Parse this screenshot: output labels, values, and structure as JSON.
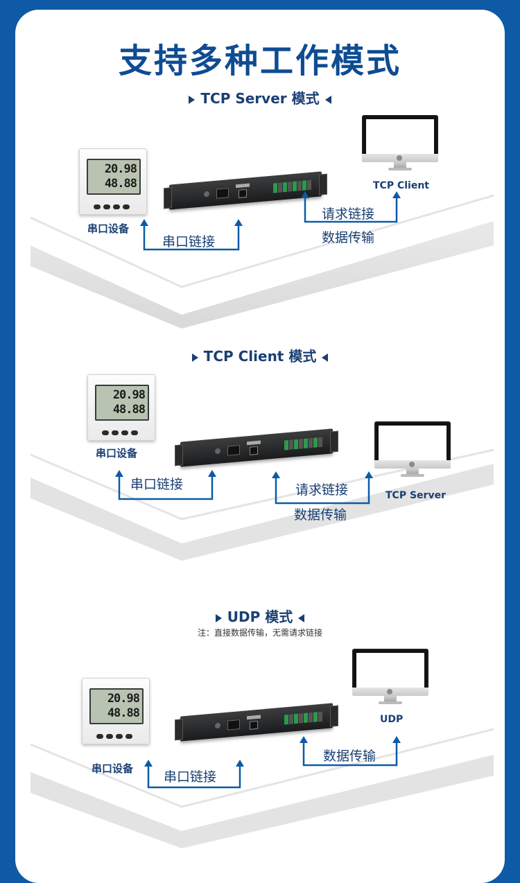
{
  "title": "支持多种工作模式",
  "sections": [
    {
      "mode_title": "TCP Server 模式",
      "sensor_label": "串口设备",
      "serial_label": "串口链接",
      "computer_label": "TCP Client",
      "request_label": "请求链接",
      "data_label": "数据传输"
    },
    {
      "mode_title": "TCP Client 模式",
      "sensor_label": "串口设备",
      "serial_label": "串口链接",
      "computer_label": "TCP Server",
      "request_label": "请求链接",
      "data_label": "数据传输"
    },
    {
      "mode_title": "UDP 模式",
      "note": "注：直接数据传输，无需请求链接",
      "sensor_label": "串口设备",
      "serial_label": "串口链接",
      "computer_label": "UDP",
      "data_label": "数据传输"
    }
  ],
  "lcd": {
    "line1": "20.98",
    "line2": "48.88",
    "unit1": "℃",
    "unit2": "%"
  },
  "colors": {
    "background": "#0e5aa6",
    "title": "#0e4c93",
    "text": "#1a3f73",
    "arrow": "#0e5aa6"
  }
}
